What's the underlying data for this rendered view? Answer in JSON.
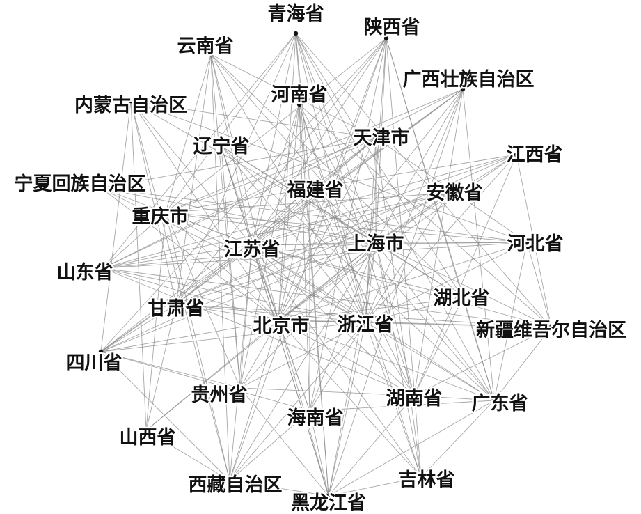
{
  "network": {
    "nodes": [
      {
        "id": "qinghai",
        "label": "青海省"
      },
      {
        "id": "shaanxi",
        "label": "陕西省"
      },
      {
        "id": "yunnan",
        "label": "云南省"
      },
      {
        "id": "guangxi",
        "label": "广西壮族自治区"
      },
      {
        "id": "neimenggu",
        "label": "内蒙古自治区"
      },
      {
        "id": "henan",
        "label": "河南省"
      },
      {
        "id": "tianjin",
        "label": "天津市"
      },
      {
        "id": "liaoning",
        "label": "辽宁省"
      },
      {
        "id": "jiangxi",
        "label": "江西省"
      },
      {
        "id": "ningxia",
        "label": "宁夏回族自治区"
      },
      {
        "id": "fujian",
        "label": "福建省"
      },
      {
        "id": "anhui",
        "label": "安徽省"
      },
      {
        "id": "chongqing",
        "label": "重庆市"
      },
      {
        "id": "jiangsu",
        "label": "江苏省"
      },
      {
        "id": "shanghai",
        "label": "上海市"
      },
      {
        "id": "hebei",
        "label": "河北省"
      },
      {
        "id": "shandong",
        "label": "山东省"
      },
      {
        "id": "hubei",
        "label": "湖北省"
      },
      {
        "id": "gansu",
        "label": "甘肃省"
      },
      {
        "id": "beijing",
        "label": "北京市"
      },
      {
        "id": "zhejiang",
        "label": "浙江省"
      },
      {
        "id": "xinjiang",
        "label": "新疆维吾尔自治区"
      },
      {
        "id": "sichuan",
        "label": "四川省"
      },
      {
        "id": "guizhou",
        "label": "贵州省"
      },
      {
        "id": "hunan",
        "label": "湖南省"
      },
      {
        "id": "guangdong",
        "label": "广东省"
      },
      {
        "id": "hainan",
        "label": "海南省"
      },
      {
        "id": "shanxi",
        "label": "山西省"
      },
      {
        "id": "jilin",
        "label": "吉林省"
      },
      {
        "id": "xizang",
        "label": "西藏自治区"
      },
      {
        "id": "heilongjiang",
        "label": "黑龙江省"
      }
    ],
    "edges": [
      [
        "qinghai",
        "beijing"
      ],
      [
        "qinghai",
        "shanghai"
      ],
      [
        "qinghai",
        "jiangsu"
      ],
      [
        "qinghai",
        "zhejiang"
      ],
      [
        "qinghai",
        "chongqing"
      ],
      [
        "qinghai",
        "hunan"
      ],
      [
        "qinghai",
        "guangdong"
      ],
      [
        "qinghai",
        "gansu"
      ],
      [
        "qinghai",
        "fujian"
      ],
      [
        "qinghai",
        "shandong"
      ],
      [
        "qinghai",
        "heilongjiang"
      ],
      [
        "qinghai",
        "xinjiang"
      ],
      [
        "qinghai",
        "hubei"
      ],
      [
        "shaanxi",
        "beijing"
      ],
      [
        "shaanxi",
        "shanghai"
      ],
      [
        "shaanxi",
        "jiangsu"
      ],
      [
        "shaanxi",
        "zhejiang"
      ],
      [
        "shaanxi",
        "gansu"
      ],
      [
        "shaanxi",
        "chongqing"
      ],
      [
        "shaanxi",
        "hubei"
      ],
      [
        "shaanxi",
        "guangdong"
      ],
      [
        "shaanxi",
        "sichuan"
      ],
      [
        "shaanxi",
        "jilin"
      ],
      [
        "shaanxi",
        "xizang"
      ],
      [
        "shaanxi",
        "hainan"
      ],
      [
        "yunnan",
        "beijing"
      ],
      [
        "yunnan",
        "shanghai"
      ],
      [
        "yunnan",
        "jiangsu"
      ],
      [
        "yunnan",
        "guizhou"
      ],
      [
        "yunnan",
        "chongqing"
      ],
      [
        "yunnan",
        "zhejiang"
      ],
      [
        "yunnan",
        "hubei"
      ],
      [
        "yunnan",
        "xizang"
      ],
      [
        "yunnan",
        "tianjin"
      ],
      [
        "yunnan",
        "gansu"
      ],
      [
        "guangxi",
        "beijing"
      ],
      [
        "guangxi",
        "shanghai"
      ],
      [
        "guangxi",
        "zhejiang"
      ],
      [
        "guangxi",
        "jiangsu"
      ],
      [
        "guangxi",
        "guangdong"
      ],
      [
        "guangxi",
        "chongqing"
      ],
      [
        "guangxi",
        "shandong"
      ],
      [
        "guangxi",
        "hunan"
      ],
      [
        "guangxi",
        "heilongjiang"
      ],
      [
        "guangxi",
        "gansu"
      ],
      [
        "guangxi",
        "sichuan"
      ],
      [
        "neimenggu",
        "beijing"
      ],
      [
        "neimenggu",
        "shanghai"
      ],
      [
        "neimenggu",
        "jiangsu"
      ],
      [
        "neimenggu",
        "tianjin"
      ],
      [
        "neimenggu",
        "gansu"
      ],
      [
        "neimenggu",
        "shanxi"
      ],
      [
        "neimenggu",
        "sichuan"
      ],
      [
        "neimenggu",
        "hebei"
      ],
      [
        "neimenggu",
        "xizang"
      ],
      [
        "henan",
        "beijing"
      ],
      [
        "henan",
        "shanghai"
      ],
      [
        "henan",
        "zhejiang"
      ],
      [
        "henan",
        "jiangsu"
      ],
      [
        "henan",
        "hainan"
      ],
      [
        "henan",
        "heilongjiang"
      ],
      [
        "henan",
        "jilin"
      ],
      [
        "henan",
        "guizhou"
      ],
      [
        "henan",
        "xinjiang"
      ],
      [
        "tianjin",
        "beijing"
      ],
      [
        "tianjin",
        "jiangsu"
      ],
      [
        "tianjin",
        "shanghai"
      ],
      [
        "tianjin",
        "zhejiang"
      ],
      [
        "tianjin",
        "gansu"
      ],
      [
        "tianjin",
        "chongqing"
      ],
      [
        "tianjin",
        "shandong"
      ],
      [
        "tianjin",
        "hebei"
      ],
      [
        "tianjin",
        "ningxia"
      ],
      [
        "tianjin",
        "sichuan"
      ],
      [
        "tianjin",
        "jilin"
      ],
      [
        "liaoning",
        "beijing"
      ],
      [
        "liaoning",
        "shanghai"
      ],
      [
        "liaoning",
        "jiangsu"
      ],
      [
        "liaoning",
        "guangdong"
      ],
      [
        "liaoning",
        "zhejiang"
      ],
      [
        "liaoning",
        "hubei"
      ],
      [
        "liaoning",
        "heilongjiang"
      ],
      [
        "liaoning",
        "guizhou"
      ],
      [
        "jiangxi",
        "beijing"
      ],
      [
        "jiangxi",
        "shanghai"
      ],
      [
        "jiangxi",
        "zhejiang"
      ],
      [
        "jiangxi",
        "jiangsu"
      ],
      [
        "jiangxi",
        "gansu"
      ],
      [
        "jiangxi",
        "shandong"
      ],
      [
        "jiangxi",
        "chongqing"
      ],
      [
        "jiangxi",
        "hunan"
      ],
      [
        "jiangxi",
        "xinjiang"
      ],
      [
        "ningxia",
        "beijing"
      ],
      [
        "ningxia",
        "jiangsu"
      ],
      [
        "ningxia",
        "shanghai"
      ],
      [
        "ningxia",
        "hebei"
      ],
      [
        "ningxia",
        "zhejiang"
      ],
      [
        "fujian",
        "beijing"
      ],
      [
        "fujian",
        "shanghai"
      ],
      [
        "fujian",
        "jiangsu"
      ],
      [
        "fujian",
        "zhejiang"
      ],
      [
        "fujian",
        "guangdong"
      ],
      [
        "fujian",
        "hainan"
      ],
      [
        "fujian",
        "hunan"
      ],
      [
        "anhui",
        "beijing"
      ],
      [
        "anhui",
        "shanghai"
      ],
      [
        "anhui",
        "jiangsu"
      ],
      [
        "anhui",
        "zhejiang"
      ],
      [
        "anhui",
        "gansu"
      ],
      [
        "anhui",
        "shandong"
      ],
      [
        "anhui",
        "chongqing"
      ],
      [
        "anhui",
        "sichuan"
      ],
      [
        "chongqing",
        "beijing"
      ],
      [
        "chongqing",
        "shanghai"
      ],
      [
        "chongqing",
        "jiangsu"
      ],
      [
        "chongqing",
        "zhejiang"
      ],
      [
        "chongqing",
        "shandong"
      ],
      [
        "chongqing",
        "hebei"
      ],
      [
        "chongqing",
        "shanxi"
      ],
      [
        "chongqing",
        "xizang"
      ],
      [
        "chongqing",
        "guizhou"
      ],
      [
        "jiangsu",
        "shanghai"
      ],
      [
        "jiangsu",
        "beijing"
      ],
      [
        "jiangsu",
        "zhejiang"
      ],
      [
        "jiangsu",
        "shandong"
      ],
      [
        "jiangsu",
        "hebei"
      ],
      [
        "jiangsu",
        "gansu"
      ],
      [
        "jiangsu",
        "sichuan"
      ],
      [
        "jiangsu",
        "guizhou"
      ],
      [
        "jiangsu",
        "hunan"
      ],
      [
        "jiangsu",
        "guangdong"
      ],
      [
        "jiangsu",
        "hainan"
      ],
      [
        "jiangsu",
        "heilongjiang"
      ],
      [
        "jiangsu",
        "jilin"
      ],
      [
        "jiangsu",
        "xizang"
      ],
      [
        "jiangsu",
        "xinjiang"
      ],
      [
        "jiangsu",
        "hubei"
      ],
      [
        "shanghai",
        "beijing"
      ],
      [
        "shanghai",
        "zhejiang"
      ],
      [
        "shanghai",
        "hebei"
      ],
      [
        "shanghai",
        "shandong"
      ],
      [
        "shanghai",
        "hubei"
      ],
      [
        "shanghai",
        "gansu"
      ],
      [
        "shanghai",
        "sichuan"
      ],
      [
        "shanghai",
        "guizhou"
      ],
      [
        "shanghai",
        "hunan"
      ],
      [
        "shanghai",
        "guangdong"
      ],
      [
        "shanghai",
        "hainan"
      ],
      [
        "shanghai",
        "heilongjiang"
      ],
      [
        "shanghai",
        "jilin"
      ],
      [
        "shanghai",
        "xizang"
      ],
      [
        "shanghai",
        "xinjiang"
      ],
      [
        "shanghai",
        "shanxi"
      ],
      [
        "hebei",
        "beijing"
      ],
      [
        "hebei",
        "zhejiang"
      ],
      [
        "hebei",
        "shandong"
      ],
      [
        "hebei",
        "xinjiang"
      ],
      [
        "hebei",
        "guangdong"
      ],
      [
        "shandong",
        "beijing"
      ],
      [
        "shandong",
        "zhejiang"
      ],
      [
        "shandong",
        "xinjiang"
      ],
      [
        "shandong",
        "hunan"
      ],
      [
        "hubei",
        "beijing"
      ],
      [
        "hubei",
        "zhejiang"
      ],
      [
        "hubei",
        "guangdong"
      ],
      [
        "hubei",
        "hunan"
      ],
      [
        "gansu",
        "beijing"
      ],
      [
        "gansu",
        "zhejiang"
      ],
      [
        "gansu",
        "sichuan"
      ],
      [
        "gansu",
        "xinjiang"
      ],
      [
        "gansu",
        "shanxi"
      ],
      [
        "beijing",
        "zhejiang"
      ],
      [
        "beijing",
        "xinjiang"
      ],
      [
        "beijing",
        "sichuan"
      ],
      [
        "beijing",
        "guizhou"
      ],
      [
        "beijing",
        "hunan"
      ],
      [
        "beijing",
        "guangdong"
      ],
      [
        "beijing",
        "hainan"
      ],
      [
        "beijing",
        "shanxi"
      ],
      [
        "beijing",
        "jilin"
      ],
      [
        "beijing",
        "xizang"
      ],
      [
        "beijing",
        "heilongjiang"
      ],
      [
        "zhejiang",
        "xinjiang"
      ],
      [
        "zhejiang",
        "sichuan"
      ],
      [
        "zhejiang",
        "guizhou"
      ],
      [
        "zhejiang",
        "hunan"
      ],
      [
        "zhejiang",
        "guangdong"
      ],
      [
        "zhejiang",
        "hainan"
      ],
      [
        "zhejiang",
        "jilin"
      ],
      [
        "zhejiang",
        "xizang"
      ],
      [
        "zhejiang",
        "heilongjiang"
      ],
      [
        "xinjiang",
        "guangdong"
      ],
      [
        "xinjiang",
        "hunan"
      ],
      [
        "sichuan",
        "guizhou"
      ],
      [
        "sichuan",
        "hainan"
      ],
      [
        "sichuan",
        "xizang"
      ],
      [
        "guizhou",
        "hunan"
      ],
      [
        "guizhou",
        "heilongjiang"
      ],
      [
        "hunan",
        "guangdong"
      ],
      [
        "hunan",
        "heilongjiang"
      ],
      [
        "guangdong",
        "jilin"
      ],
      [
        "guangdong",
        "heilongjiang"
      ],
      [
        "guangdong",
        "hainan"
      ],
      [
        "hainan",
        "heilongjiang"
      ],
      [
        "hainan",
        "xizang"
      ],
      [
        "shanxi",
        "xizang"
      ],
      [
        "jilin",
        "heilongjiang"
      ],
      [
        "xizang",
        "heilongjiang"
      ]
    ]
  }
}
